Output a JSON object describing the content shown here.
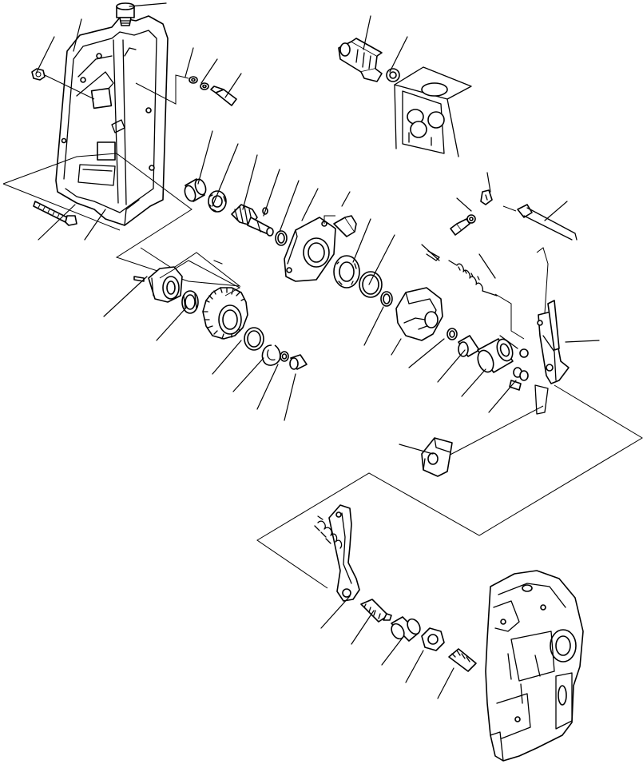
{
  "colors": {
    "ink": "#000000",
    "paper": "#ffffff"
  },
  "leaders": [
    [
      162,
      8,
      208,
      4
    ],
    [
      92,
      64,
      102,
      24
    ],
    [
      45,
      92,
      68,
      46
    ],
    [
      232,
      96,
      242,
      60
    ],
    [
      252,
      104,
      272,
      74
    ],
    [
      282,
      122,
      302,
      92
    ],
    [
      455,
      62,
      464,
      20
    ],
    [
      488,
      90,
      510,
      46
    ],
    [
      248,
      230,
      266,
      164
    ],
    [
      266,
      258,
      298,
      180
    ],
    [
      304,
      262,
      322,
      194
    ],
    [
      330,
      270,
      350,
      212
    ],
    [
      350,
      290,
      374,
      226
    ],
    [
      378,
      276,
      398,
      236
    ],
    [
      428,
      258,
      438,
      240
    ],
    [
      442,
      328,
      464,
      274
    ],
    [
      462,
      356,
      494,
      294
    ],
    [
      48,
      300,
      94,
      256
    ],
    [
      106,
      300,
      132,
      262
    ],
    [
      130,
      396,
      184,
      346
    ],
    [
      268,
      326,
      278,
      330
    ],
    [
      196,
      426,
      234,
      384
    ],
    [
      266,
      468,
      302,
      426
    ],
    [
      292,
      490,
      330,
      448
    ],
    [
      322,
      512,
      348,
      456
    ],
    [
      356,
      526,
      370,
      468
    ],
    [
      456,
      432,
      480,
      384
    ],
    [
      490,
      444,
      502,
      424
    ],
    [
      512,
      460,
      556,
      424
    ],
    [
      548,
      478,
      582,
      438
    ],
    [
      578,
      496,
      608,
      462
    ],
    [
      612,
      516,
      646,
      476
    ],
    [
      572,
      248,
      590,
      264
    ],
    [
      610,
      216,
      614,
      240
    ],
    [
      682,
      276,
      710,
      252
    ],
    [
      528,
      306,
      550,
      326
    ],
    [
      600,
      318,
      620,
      348
    ],
    [
      626,
      420,
      648,
      436
    ],
    [
      708,
      428,
      750,
      426
    ],
    [
      500,
      556,
      542,
      568
    ],
    [
      402,
      786,
      438,
      746
    ],
    [
      440,
      806,
      468,
      764
    ],
    [
      478,
      832,
      504,
      798
    ],
    [
      508,
      854,
      530,
      814
    ],
    [
      548,
      874,
      568,
      836
    ]
  ]
}
